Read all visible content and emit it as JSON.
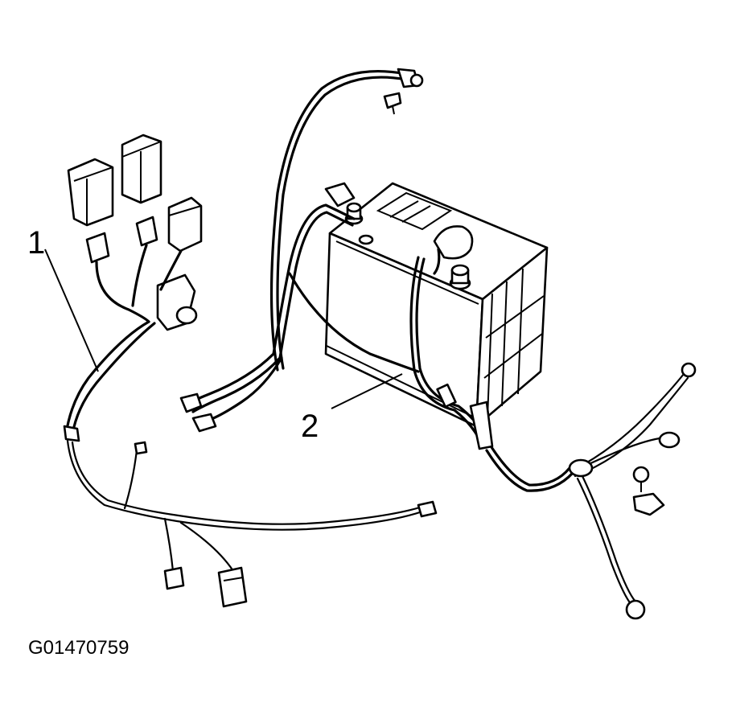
{
  "callouts": {
    "harness": "1",
    "battery_cable": "2"
  },
  "figure_id": "G01470759",
  "colors": {
    "ink": "#000000",
    "paper": "#ffffff"
  }
}
